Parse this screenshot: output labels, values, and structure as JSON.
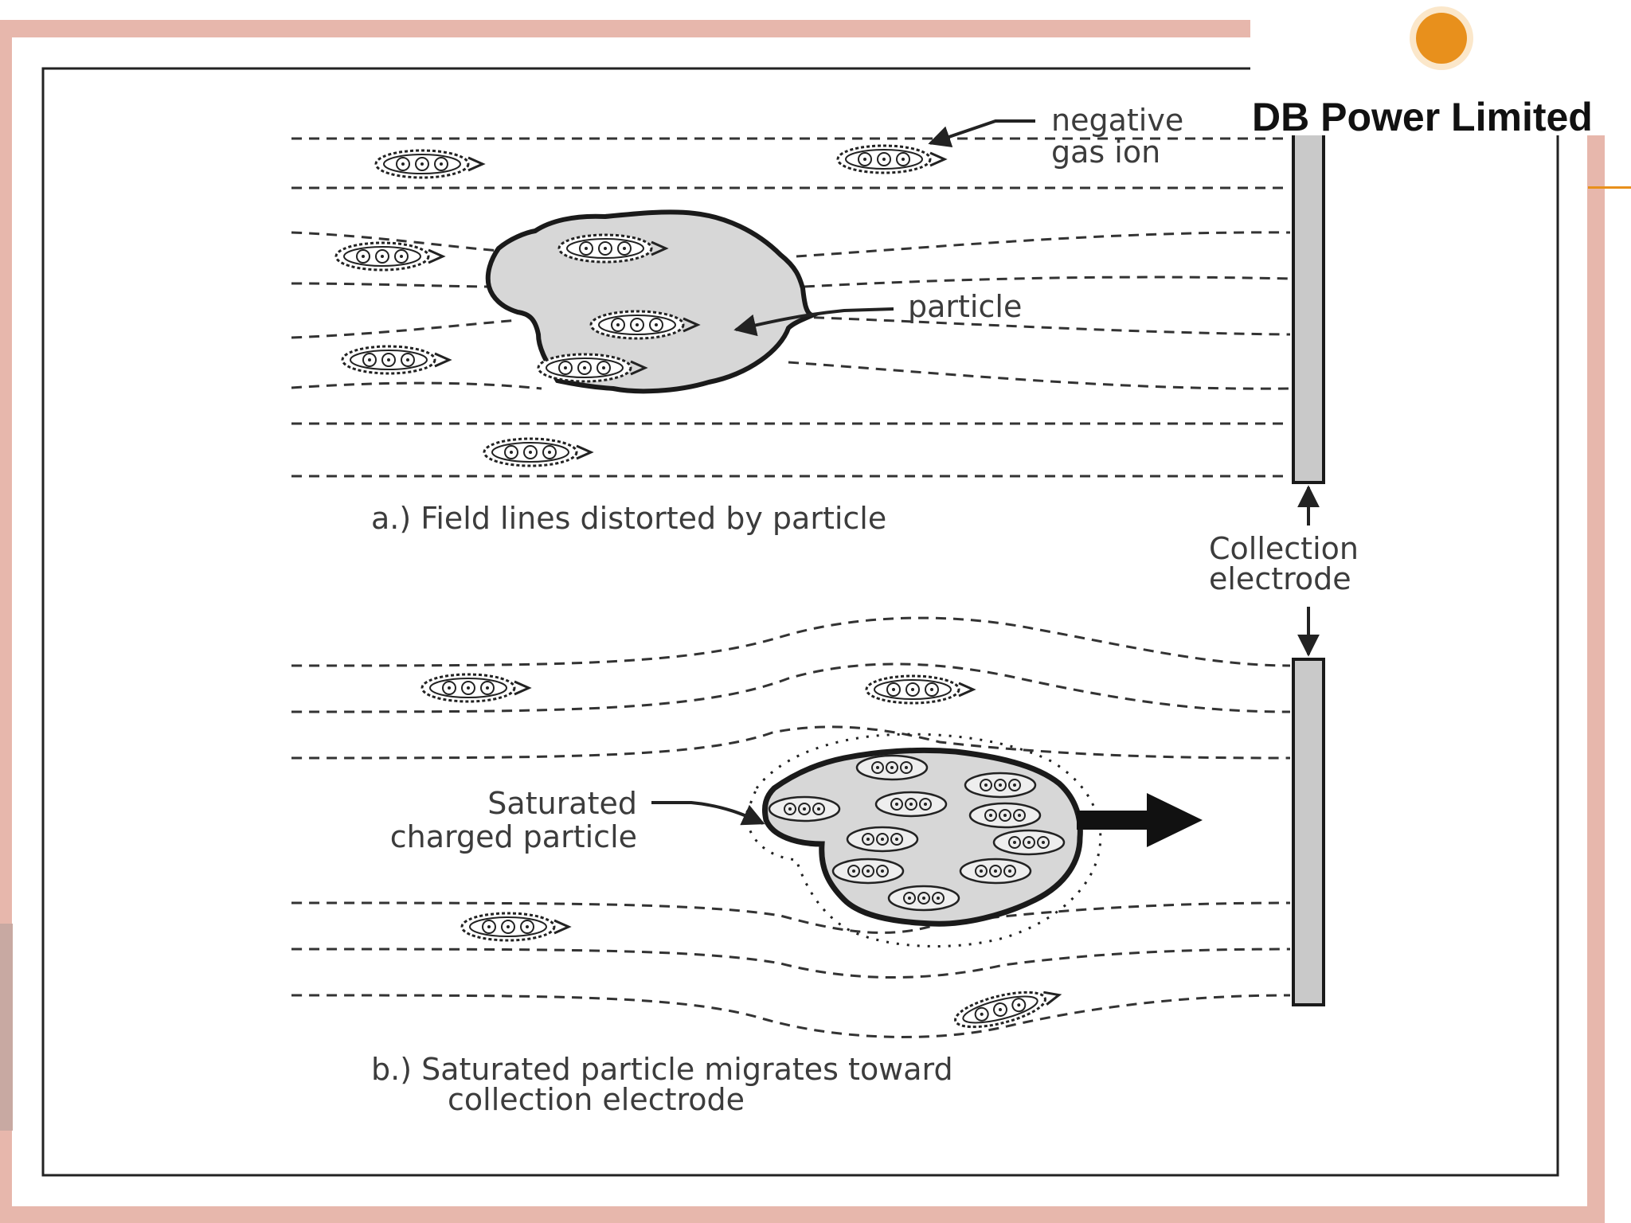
{
  "brand": {
    "company": "DB Power Limited",
    "logo_icon": "sun-logo-icon",
    "accent_color": "#e8901c"
  },
  "colors": {
    "frame_border": "#e7b7ac",
    "particle_fill": "#d7d7d7",
    "electrode_fill": "#c9c9c9",
    "line_color": "#222222"
  },
  "labels": {
    "negative_gas_ion": [
      "negative",
      "gas ion"
    ],
    "particle": "particle",
    "caption_a": "a.) Field lines distorted by particle",
    "collection_electrode": [
      "Collection",
      "electrode"
    ],
    "saturated_charged_particle": [
      "Saturated",
      "charged particle"
    ],
    "caption_b": [
      "b.) Saturated particle migrates toward",
      "collection electrode"
    ]
  }
}
